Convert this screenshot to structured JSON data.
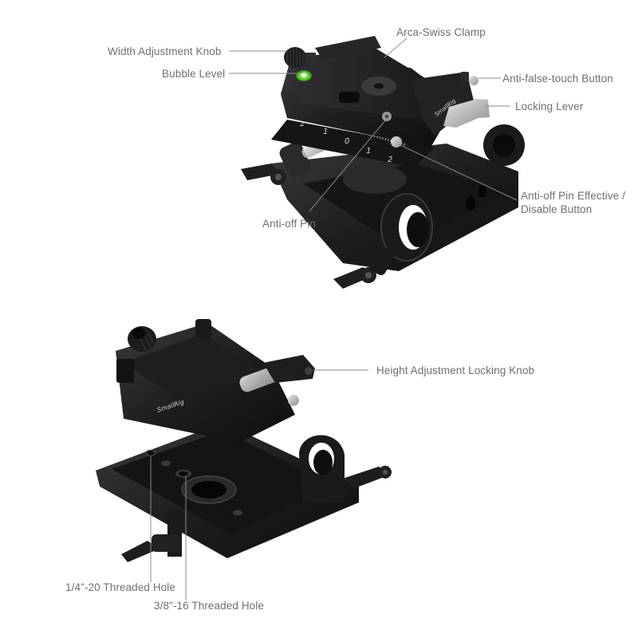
{
  "figure": {
    "background": "#ffffff",
    "label_color": "#6f6f6f",
    "leader_color": "#8a8a8a",
    "product_color": "#1c1c1e",
    "accent_bubble": "#7ed957",
    "lever_color": "#b9b9b9"
  },
  "top_product": {
    "brand_mark": "SmallRig",
    "scale_marks": [
      "2",
      "1",
      "0",
      "1",
      "2"
    ],
    "callouts": {
      "width_knob": "Width Adjustment Knob",
      "bubble_level": "Bubble Level",
      "arca_clamp": "Arca-Swiss Clamp",
      "anti_false_touch": "Anti-false-touch Button",
      "locking_lever": "Locking Lever",
      "anti_off_pin_button_line1": "Anti-off Pin Effective /",
      "anti_off_pin_button_line2": "Disable Button",
      "anti_off_pin": "Anti-off Pin"
    }
  },
  "bottom_product": {
    "brand_mark": "SmallRig",
    "callouts": {
      "height_knob": "Height Adjustment Locking Knob",
      "quarter_hole": "1/4\"-20 Threaded Hole",
      "three_eighths_hole": "3/8\"-16 Threaded Hole"
    }
  }
}
